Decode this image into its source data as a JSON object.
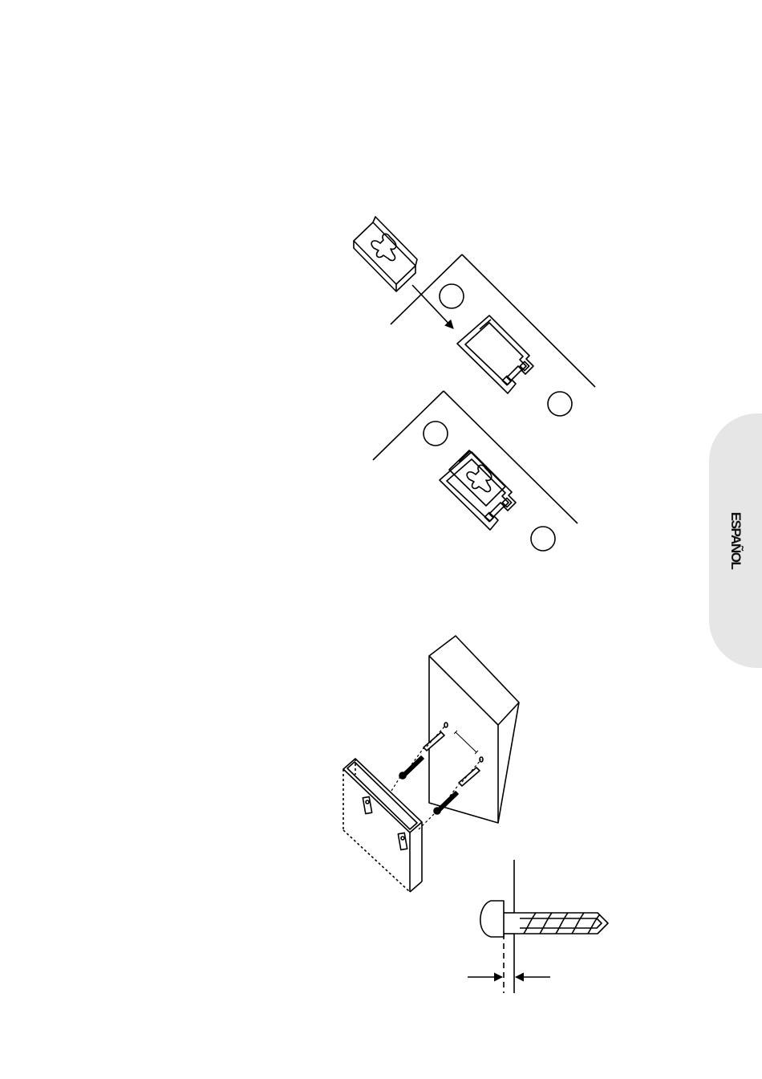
{
  "side_tab": {
    "label": "ESPAÑOL",
    "background": "#e6e6e6"
  },
  "figures": [
    {
      "name": "bracket-insertion",
      "icon": "bracket-slide-in-diagram"
    },
    {
      "name": "bracket-installed",
      "icon": "bracket-installed-diagram"
    },
    {
      "name": "wall-mount",
      "icon": "wall-mounting-diagram"
    },
    {
      "name": "screw-gap",
      "icon": "screw-gap-detail-diagram"
    }
  ],
  "colors": {
    "ink": "#000000",
    "paper": "#ffffff"
  }
}
